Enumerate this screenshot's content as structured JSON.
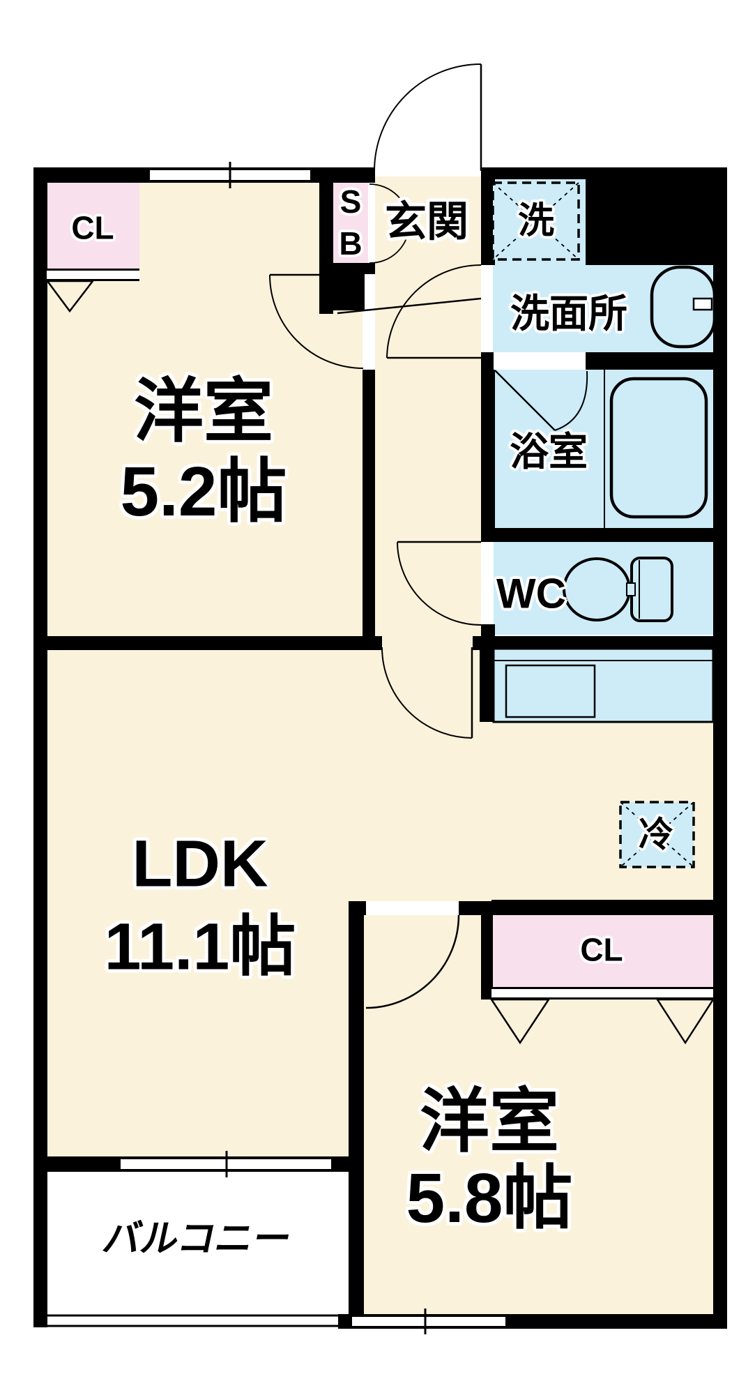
{
  "plan": {
    "type": "apartment-floor-plan",
    "labels": {
      "closet1": "CL",
      "room1_name": "洋室",
      "room1_size": "5.2帖",
      "shoe_box_line1": "S",
      "shoe_box_line2": "B",
      "entrance": "玄関",
      "washer": "洗",
      "washroom": "洗面所",
      "bathroom": "浴室",
      "toilet": "WC",
      "ldk_name": "LDK",
      "ldk_size": "11.1帖",
      "fridge": "冷",
      "closet2": "CL",
      "room2_name": "洋室",
      "room2_size": "5.8帖",
      "balcony": "バルコニー"
    },
    "colors": {
      "room_floor": "#FBF2DC",
      "wet_area": "#CDECF8",
      "closet_pink": "#F8E0ED",
      "wall": "#000000",
      "background": "#FFFFFF"
    }
  }
}
